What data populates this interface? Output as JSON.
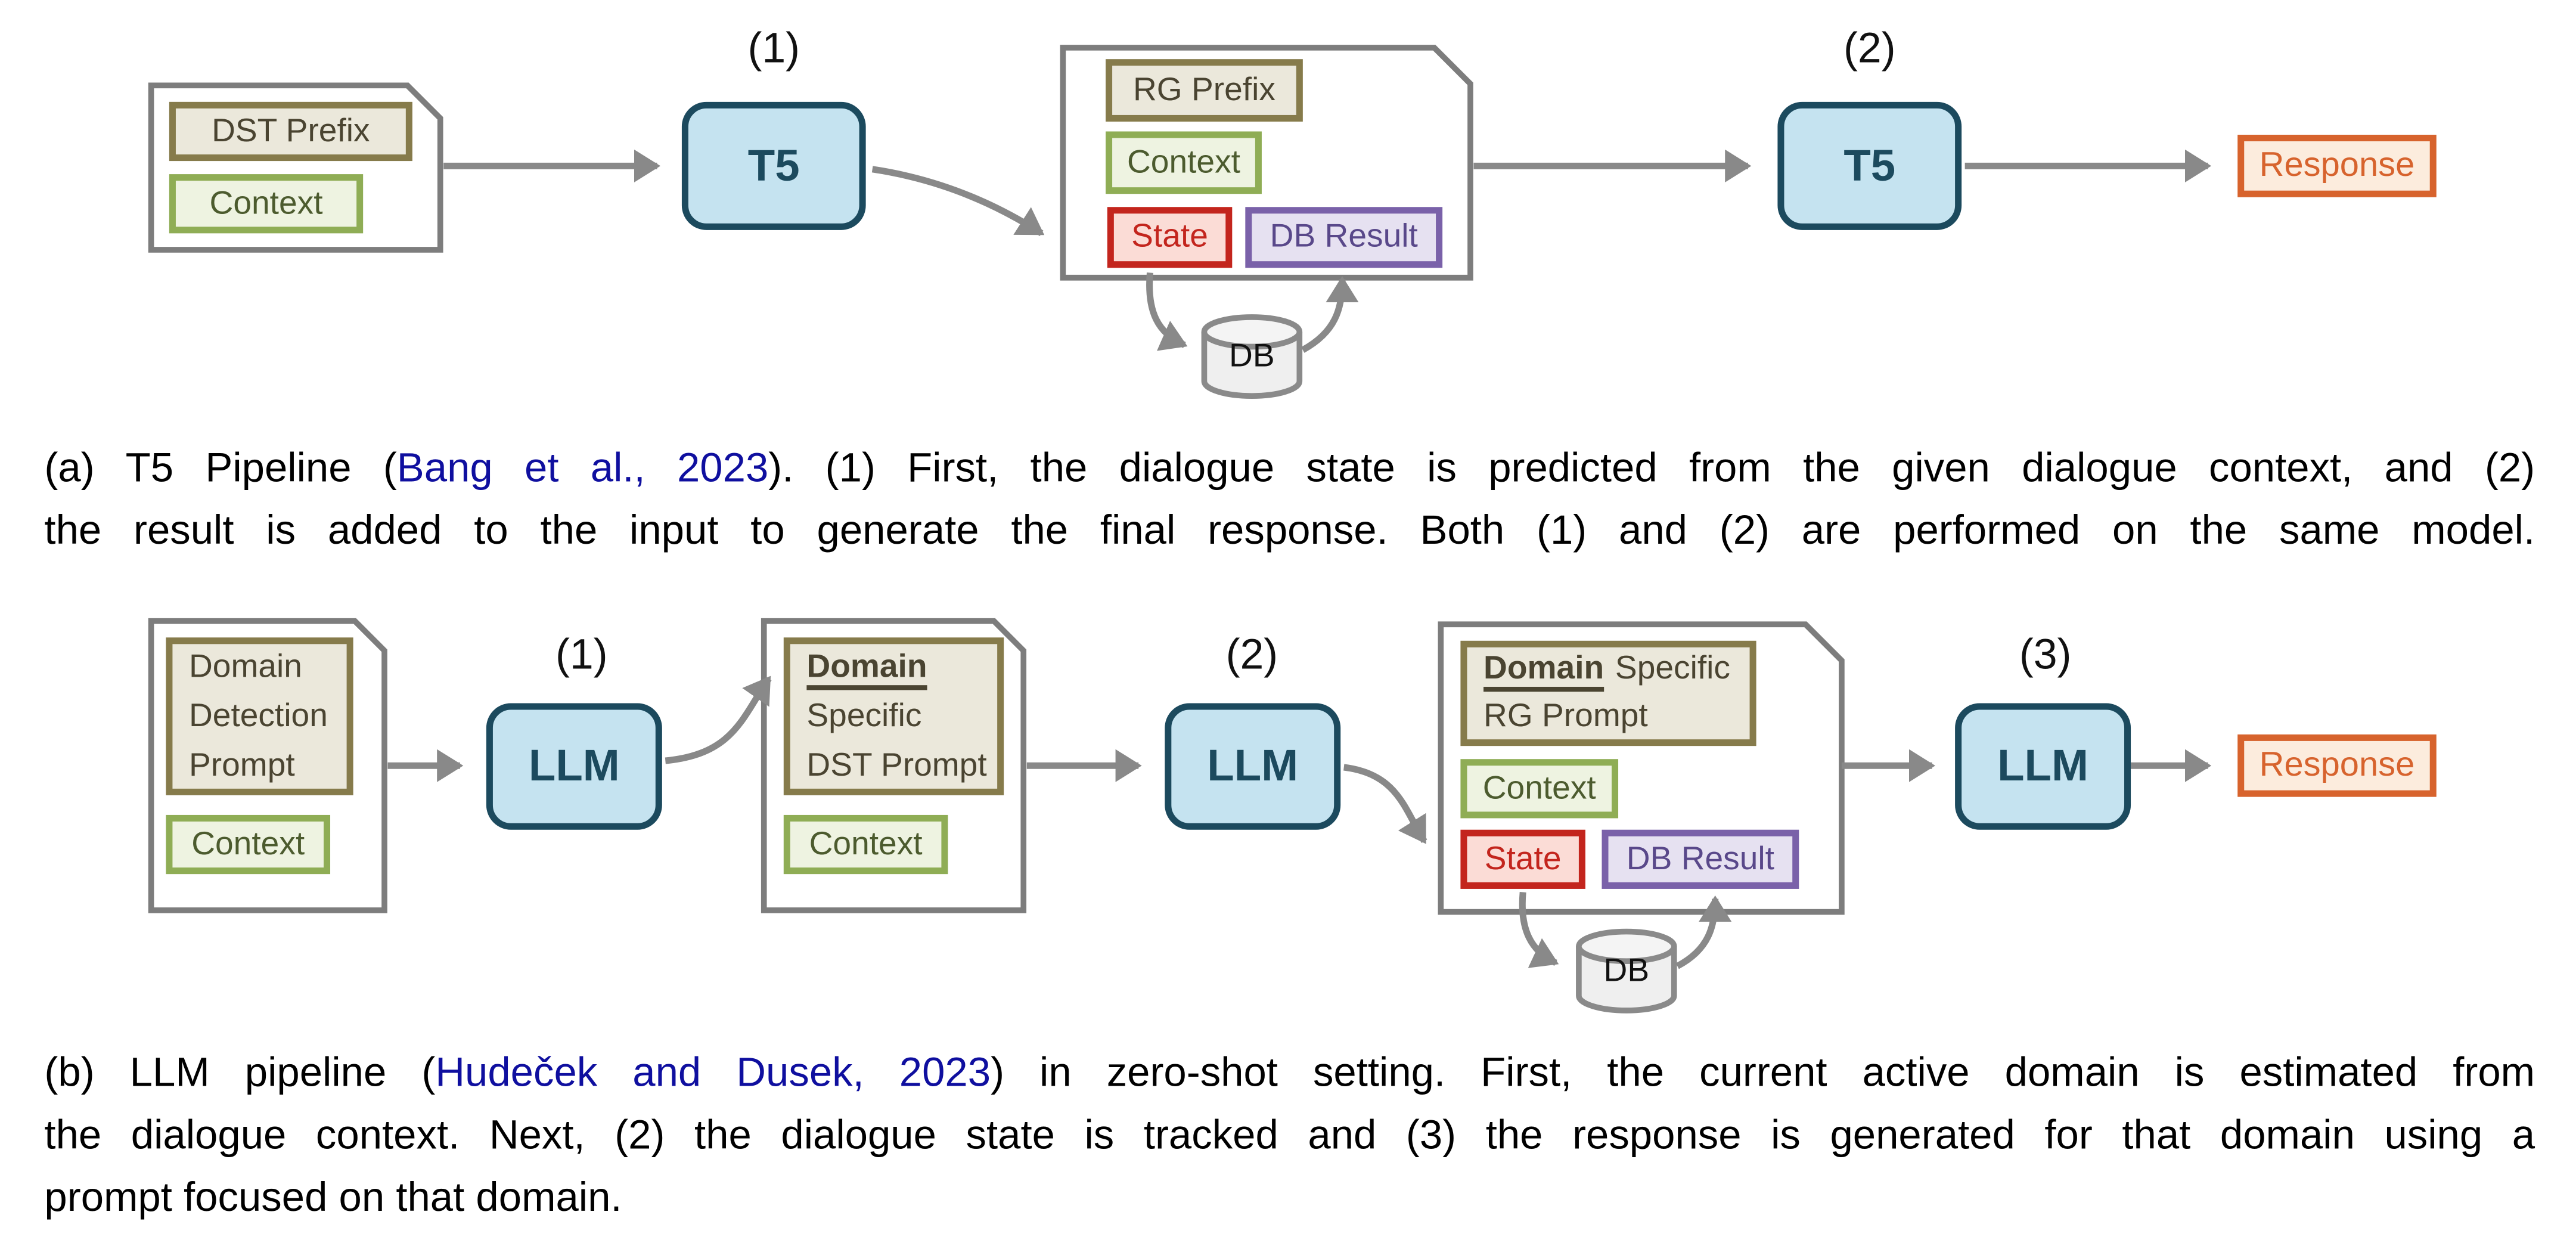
{
  "colors": {
    "doc_border": "#7d7d7d",
    "arrow": "#898989",
    "olive_border": "#867b4b",
    "olive_fill": "#ebe8db",
    "olive_text": "#4a4431",
    "green_border": "#8fad55",
    "green_fill": "#eef3e1",
    "green_text": "#4c5b2e",
    "red_border": "#c3251d",
    "red_fill": "#fbdcd6",
    "purple_border": "#7a61a9",
    "purple_fill": "#e6e1f1",
    "purple_text": "#59488a",
    "orange_border": "#d7632d",
    "orange_fill": "#fcecdd",
    "model_fill": "#c5e3f0",
    "model_border": "#1c4a5e",
    "citation_link": "#0f0f9f",
    "cylinder_fill": "#efefef"
  },
  "panel_a": {
    "step1": "(1)",
    "step2": "(2)",
    "model1": "T5",
    "model2": "T5",
    "doc1": {
      "prompt": "DST Prefix",
      "context": "Context"
    },
    "doc2": {
      "prompt": "RG Prefix",
      "context": "Context",
      "state": "State",
      "db_result": "DB Result"
    },
    "db": "DB",
    "response": "Response",
    "caption": {
      "prefix": "(a) T5 Pipeline (",
      "link": "Bang et al., 2023",
      "after_link": "). (1) First, the dialogue state is predicted from the given dialogue context, and (2)",
      "line2": "the result is added to the input to generate the final response. Both (1) and (2) are performed on the same model."
    }
  },
  "panel_b": {
    "step1": "(1)",
    "step2": "(2)",
    "step3": "(3)",
    "model1": "LLM",
    "model2": "LLM",
    "model3": "LLM",
    "doc1": {
      "line1": "Domain",
      "line2": "Detection",
      "line3": "Prompt",
      "context": "Context"
    },
    "doc2": {
      "line1": "Domain",
      "line2": "Specific",
      "line3": "DST Prompt",
      "context": "Context"
    },
    "doc3": {
      "line1_domain": "Domain",
      "line1_rest": "Specific",
      "line2": "RG Prompt",
      "context": "Context",
      "state": "State",
      "db_result": "DB Result"
    },
    "db": "DB",
    "response": "Response",
    "caption": {
      "prefix": "(b) LLM pipeline (",
      "link": "Hudeček and Dusek, 2023",
      "after_link": ") in zero-shot setting. First, the current active domain is estimated from",
      "line2": "the dialogue context. Next, (2) the dialogue state is tracked and (3) the response is generated for that domain using a",
      "line3": "prompt focused on that domain."
    }
  }
}
